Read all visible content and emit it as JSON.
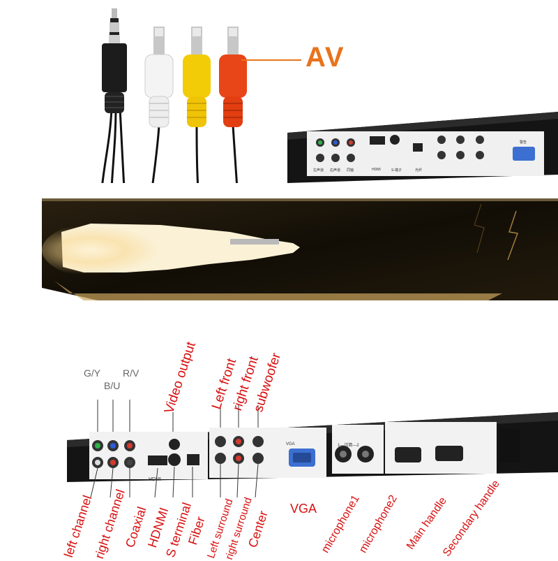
{
  "colors": {
    "accent_orange": "#e8731c",
    "label_red": "#d80f0f",
    "gray_label": "#666666",
    "banner_dark": "#1a1408",
    "device_black": "#141414",
    "panel_white": "#f2f2f2"
  },
  "top": {
    "av_label": "AV"
  },
  "device_small": {
    "port_captions": [
      "左声道",
      "右声道",
      "同轴",
      "HDMI",
      "S-端子",
      "光纤"
    ],
    "warning": "警告"
  },
  "diagram": {
    "gray_labels": {
      "gy": "G/Y",
      "bu": "B/U",
      "rv": "R/V"
    },
    "top_labels": {
      "video_output": "Video output",
      "left_front": "Left front",
      "right_front": "right front",
      "subwoofer": "subwoofer"
    },
    "bottom_labels": {
      "left_channel": "left channel",
      "right_channel": "right channel",
      "coaxial": "Coaxial",
      "hdnmi": "HDNMI",
      "s_terminal": "S terminal",
      "fiber": "Fiber",
      "left_surround": "Left surround",
      "right_surround": "right surround",
      "center": "Center",
      "vga": "VGA",
      "microphone1": "microphone1",
      "microphone2": "microphone2",
      "main_handle": "Main handle",
      "secondary_handle": "Secondary handle"
    },
    "device_texts": {
      "hdmi": "HDMI",
      "vga": "VGA",
      "mic_header": "1—话筒—2"
    }
  }
}
